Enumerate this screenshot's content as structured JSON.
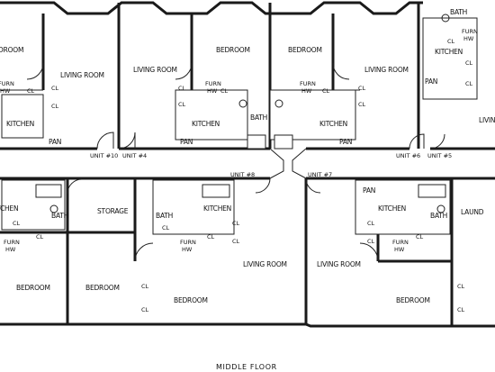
{
  "plan": {
    "title": "MIDDLE FLOOR",
    "labels": {
      "bedroom": "BEDROOM",
      "living_room": "LIVING ROOM",
      "kitchen": "KITCHEN",
      "bath": "BATH",
      "pan": "PAN",
      "cl": "CL",
      "furn": "FURN",
      "hw": "HW",
      "storage": "STORAGE",
      "laundry_partial": "LAUND",
      "living_partial": "LIVIN",
      "kitchen_partial": "ITCHEN",
      "bedroom_partial": "DROOM",
      "bath_partial": "BATH",
      "pan_partial": "PAN"
    },
    "units": {
      "unit_10": "UNIT #10",
      "unit_4": "UNIT #4",
      "unit_6": "UNIT #6",
      "unit_5": "UNIT #5",
      "unit_8": "UNIT #8",
      "unit_7": "UNIT #7"
    }
  }
}
